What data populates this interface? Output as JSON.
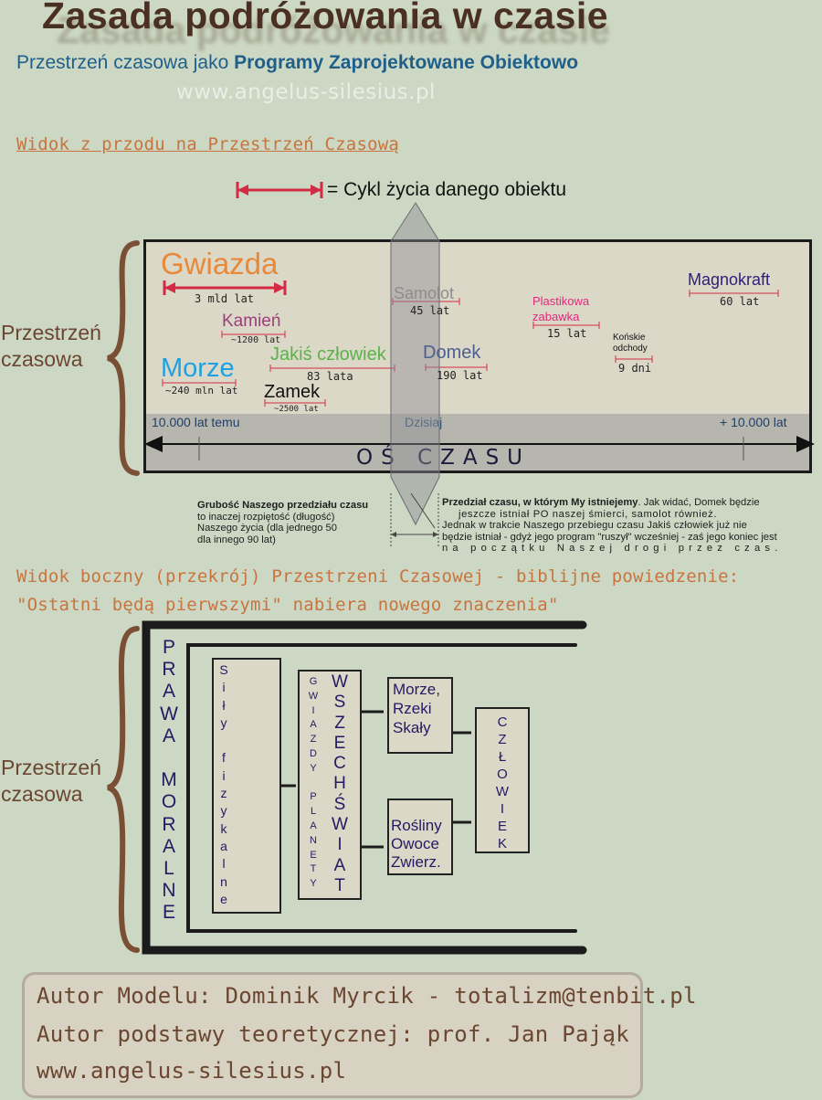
{
  "header": {
    "title": "Zasada podróżowania w czasie",
    "subtitle_prefix": "Przestrzeń czasowa jako ",
    "subtitle_bold": "Programy Zaprojektowane Obiektowo",
    "website": "www.angelus-silesius.pl"
  },
  "front_view": {
    "heading": "Widok z przodu na Przestrzeń Czasową",
    "legend": "= Cykl życia danego obiektu",
    "side_label_line1": "Przestrzeń",
    "side_label_line2": "czasowa",
    "objects": [
      {
        "name": "Gwiazda",
        "duration": "3 mld lat",
        "color": "#e8893a"
      },
      {
        "name": "Kamień",
        "duration": "~1200 lat",
        "color": "#9a3f7a"
      },
      {
        "name": "Morze",
        "duration": "~240 mln lat",
        "color": "#1ea1e0"
      },
      {
        "name": "Jakiś człowiek",
        "duration": "83 lata",
        "color": "#5ab34a"
      },
      {
        "name": "Zamek",
        "duration": "~2500 lat",
        "color": "#111111"
      },
      {
        "name": "Samolot",
        "duration": "45 lat",
        "color": "#8d8d8d"
      },
      {
        "name": "Domek",
        "duration": "190 lat",
        "color": "#4a6090"
      },
      {
        "name_line1": "Plastikowa",
        "name_line2": "zabawka",
        "duration": "15 lat",
        "color": "#e0287d"
      },
      {
        "name_line1": "Końskie",
        "name_line2": "odchody",
        "duration": "9 dni",
        "color": "#111111"
      },
      {
        "name": "Magnokraft",
        "duration": "60 lat",
        "color": "#2a1f7a"
      }
    ],
    "axis": {
      "left_label": "10.000 lat temu",
      "center_label": "Dzisiaj",
      "right_label": "+ 10.000 lat",
      "caption": "OŚ CZASU"
    },
    "note_left": {
      "bold": "Grubość Naszego przedziału czasu",
      "lines": [
        "to inaczej rozpiętość (długość)",
        "Naszego życia (dla jednego 50",
        "dla innego 90 lat)"
      ]
    },
    "note_right": {
      "bold": "Przedział czasu, w którym My istniejemy",
      "lines": [
        ". Jak widać, Domek będzie",
        "jeszcze istniał PO naszej śmierci, samolot również.",
        "Jednak w trakcie Naszego przebiegu czasu Jakiś człowiek już nie",
        "będzie istniał - gdyż jego program \"ruszył\" wcześniej - zaś jego koniec jest",
        "na początku Naszej drogi przez czas."
      ]
    }
  },
  "side_view": {
    "heading_line1": "Widok boczny (przekrój) Przestrzeni Czasowej - biblijne powiedzenie:",
    "heading_line2": "\"Ostatni będą pierwszymi\" nabiera nowego znaczenia\"",
    "side_label_line1": "Przestrzeń",
    "side_label_line2": "czasowa",
    "prawa_moralne": [
      "P",
      "R",
      "A",
      "W",
      "A",
      "",
      "M",
      "O",
      "R",
      "A",
      "L",
      "N",
      "E"
    ],
    "sily": [
      "S",
      "i",
      "ł",
      "y",
      "",
      "f",
      "i",
      "z",
      "y",
      "k",
      "a",
      "l",
      "n",
      "e"
    ],
    "gwiazdy": [
      "G",
      "W",
      "I",
      "A",
      "Z",
      "D",
      "Y",
      "",
      "P",
      "L",
      "A",
      "N",
      "E",
      "T",
      "Y"
    ],
    "wszechswiat": [
      "W",
      "S",
      "Z",
      "E",
      "C",
      "H",
      "Ś",
      "W",
      "I",
      "A",
      "T"
    ],
    "box_top": [
      "Morze,",
      "Rzeki",
      "Skały"
    ],
    "box_bottom": [
      "Rośliny",
      "Owoce",
      "Zwierz."
    ],
    "czlowiek": [
      "C",
      "Z",
      "Ł",
      "O",
      "W",
      "I",
      "E",
      "K"
    ]
  },
  "credits": {
    "line1": "Autor Modelu: Dominik Myrcik - totalizm@tenbit.pl",
    "line2": "Autor podstawy teoretycznej: prof. Jan Pająk",
    "line3": "www.angelus-silesius.pl"
  }
}
